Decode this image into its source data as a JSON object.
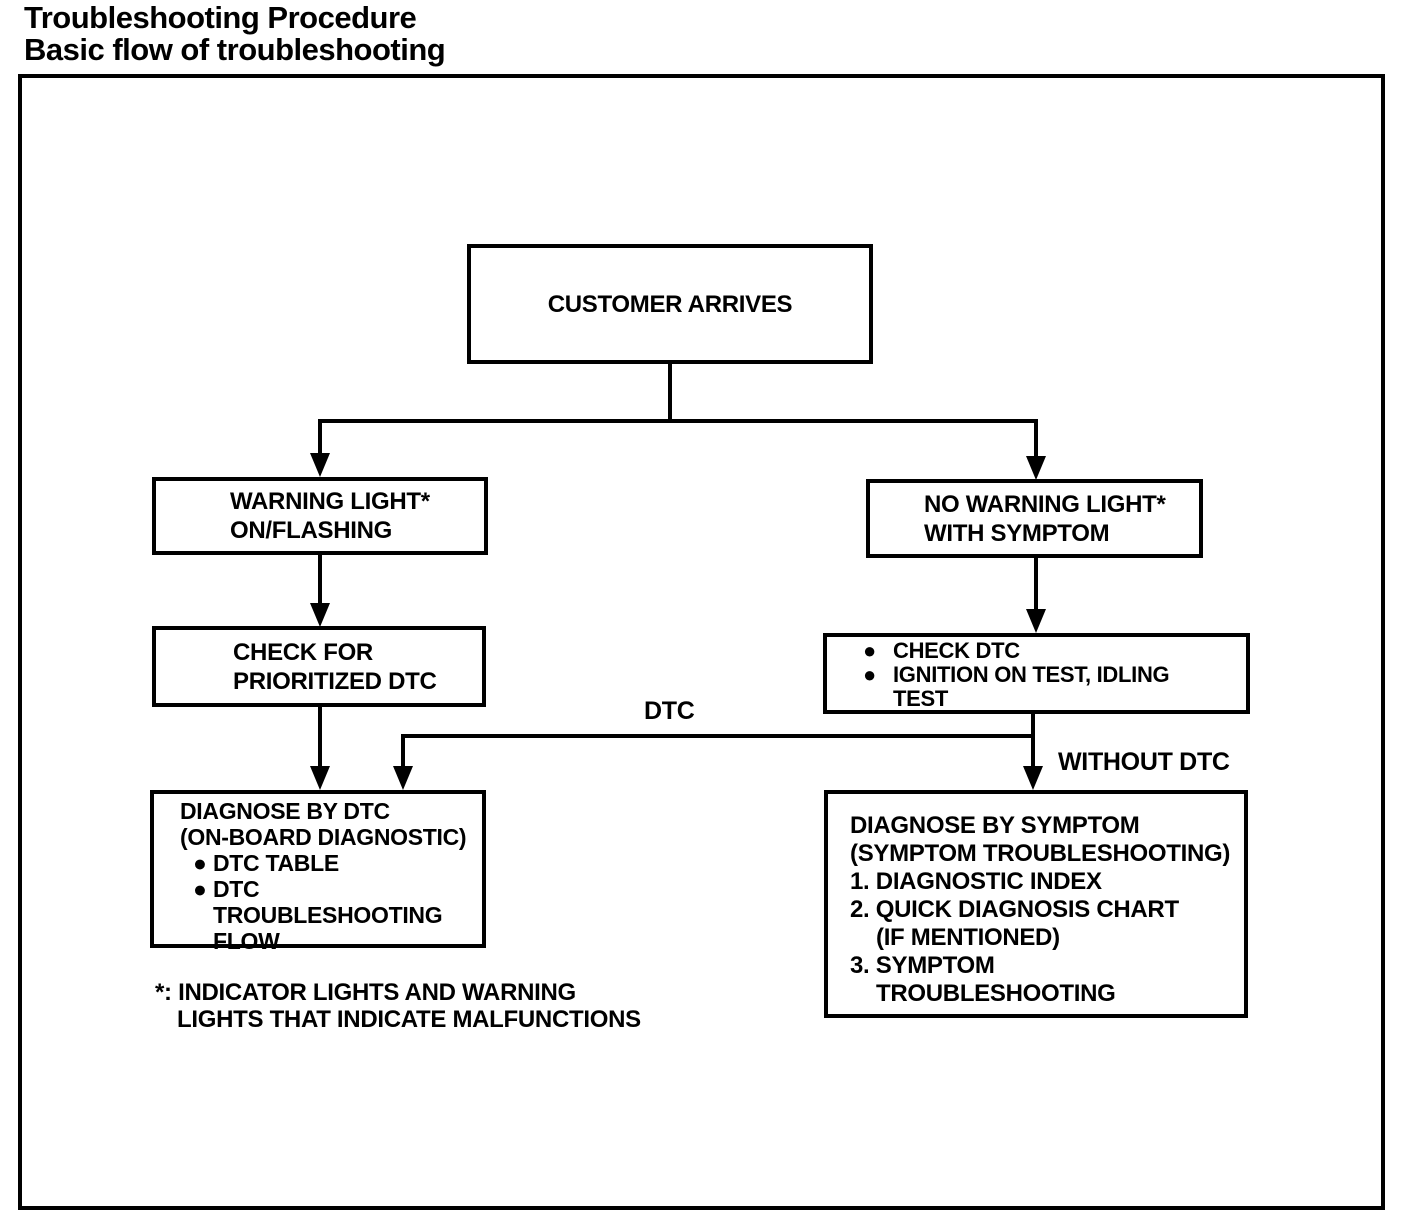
{
  "title": {
    "line1": "Troubleshooting Procedure",
    "line2": "Basic flow of troubleshooting"
  },
  "bullet_char": "●",
  "colors": {
    "ink": "#000000",
    "paper": "#ffffff"
  },
  "nodes": {
    "customer_arrives": {
      "line1": "CUSTOMER ARRIVES"
    },
    "warning_light": {
      "line1": "WARNING LIGHT*",
      "line2": "ON/FLASHING"
    },
    "no_warning_light": {
      "line1": "NO WARNING LIGHT*",
      "line2": "WITH SYMPTOM"
    },
    "check_prioritized_dtc": {
      "line1": "CHECK FOR",
      "line2": "PRIORITIZED DTC"
    },
    "check_dtc": {
      "bullet1": "CHECK DTC",
      "bullet2_line1": "IGNITION ON TEST, IDLING",
      "bullet2_line2": "TEST"
    },
    "diagnose_by_dtc": {
      "line1": "DIAGNOSE BY DTC",
      "line2": "(ON-BOARD DIAGNOSTIC)",
      "bullet1": "DTC TABLE",
      "bullet2_line1": "DTC",
      "bullet2_line2": "TROUBLESHOOTING",
      "bullet2_line3": "FLOW"
    },
    "diagnose_by_symptom": {
      "line1": "DIAGNOSE BY SYMPTOM",
      "line2": "(SYMPTOM TROUBLESHOOTING)",
      "item1": "1. DIAGNOSTIC INDEX",
      "item2_line1": "2. QUICK DIAGNOSIS CHART",
      "item2_line2": "(IF MENTIONED)",
      "item3_line1": "3. SYMPTOM",
      "item3_line2": "TROUBLESHOOTING"
    }
  },
  "edge_labels": {
    "dtc": "DTC",
    "without_dtc": "WITHOUT DTC"
  },
  "footnote": {
    "line1": "*: INDICATOR LIGHTS AND WARNING",
    "line2": "LIGHTS THAT INDICATE MALFUNCTIONS"
  }
}
